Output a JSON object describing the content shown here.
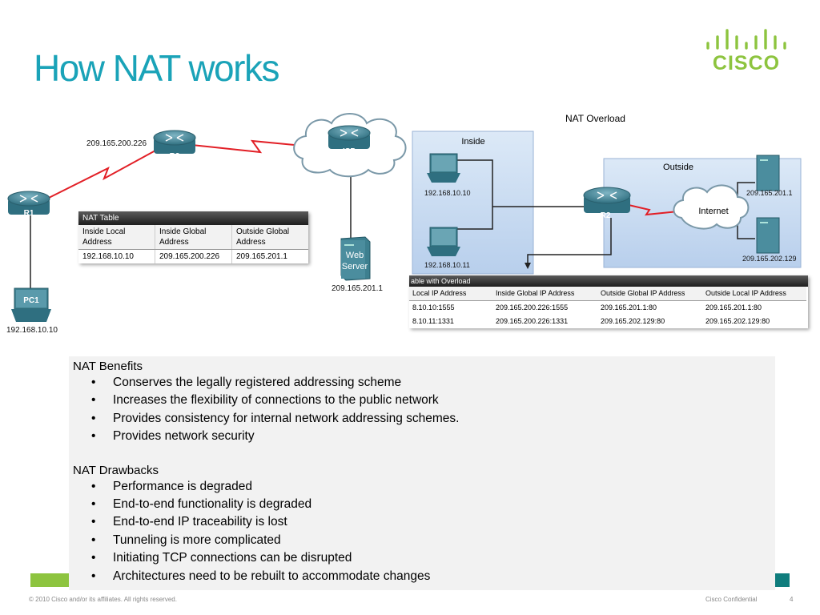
{
  "title": "How NAT works",
  "logo": {
    "word": "CISCO"
  },
  "left_diagram": {
    "routers": {
      "r1": "R1",
      "r2": "R2",
      "isp": "ISP"
    },
    "pc_label": "PC1",
    "pc_ip": "192.168.10.10",
    "r2_ip": "209.165.200.226",
    "server_label_1": "Web",
    "server_label_2": "Server",
    "server_ip": "209.165.201.1",
    "nat_table": {
      "title": "NAT Table",
      "headers": [
        "Inside Local Address",
        "Inside Global Address",
        "Outside Global Address"
      ],
      "row": [
        "192.168.10.10",
        "209.165.200.226",
        "209.165.201.1"
      ]
    }
  },
  "right_diagram": {
    "title": "NAT Overload",
    "inside_label": "Inside",
    "outside_label": "Outside",
    "router_label": "R2",
    "internet_label": "Internet",
    "pc1_ip": "192.168.10.10",
    "pc2_ip": "192.168.10.11",
    "server1_ip": "209.165.201.1",
    "server2_ip": "209.165.202.129",
    "nat_table": {
      "title": "able with Overload",
      "headers": [
        "Local IP Address",
        "Inside Global IP Address",
        "Outside Global IP Address",
        "Outside Local IP Address"
      ],
      "rows": [
        [
          "8.10.10:1555",
          "209.165.200.226:1555",
          "209.165.201.1:80",
          "209.165.201.1:80"
        ],
        [
          "8.10.11:1331",
          "209.165.200.226:1331",
          "209.165.202.129:80",
          "209.165.202.129:80"
        ]
      ]
    }
  },
  "benefits": {
    "heading": "NAT Benefits",
    "items": [
      "Conserves the legally registered addressing scheme",
      "Increases the flexibility of connections to the public network",
      "Provides consistency for internal network addressing schemes.",
      "Provides network security"
    ]
  },
  "drawbacks": {
    "heading": "NAT Drawbacks",
    "items": [
      "Performance is degraded",
      "End-to-end functionality is degraded",
      "End-to-end IP traceability is lost",
      "Tunneling is more complicated",
      "Initiating TCP connections can be disrupted",
      "Architectures need to be rebuilt to accommodate changes"
    ]
  },
  "footer": {
    "copyright": "© 2010 Cisco and/or its affiliates. All rights reserved.",
    "confidential": "Cisco Confidential",
    "page": "4"
  }
}
